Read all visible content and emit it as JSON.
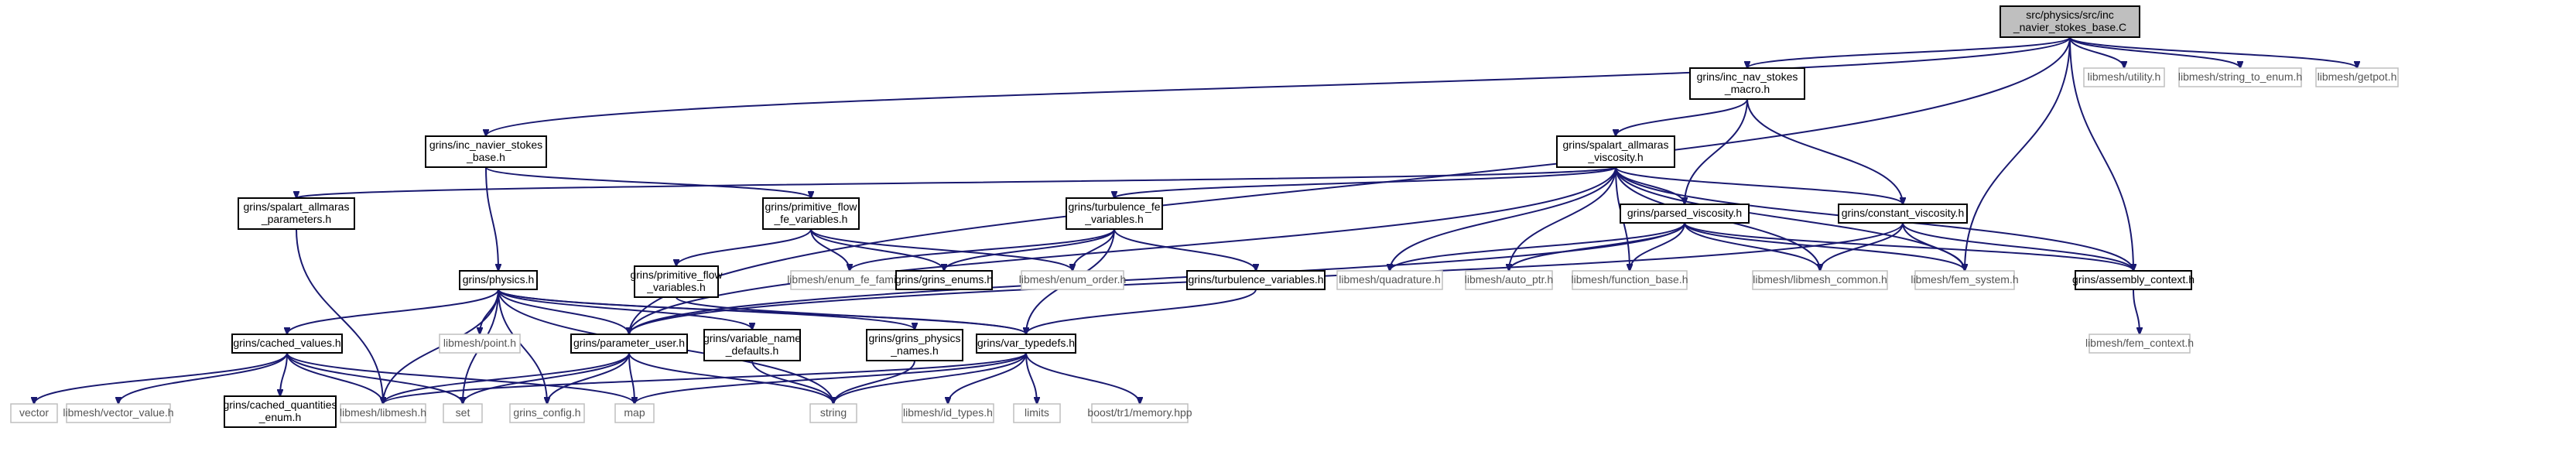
{
  "colors": {
    "edge": "#191970",
    "root_fill": "#bfbfbf",
    "leaf_border": "#bfbfbf",
    "box_border": "#000000"
  },
  "nodes": [
    {
      "id": "root",
      "lines": [
        "src/physics/src/inc",
        "_navier_stokes_base.C"
      ],
      "kind": "root"
    },
    {
      "id": "utility",
      "lines": [
        "libmesh/utility.h"
      ],
      "kind": "leaf"
    },
    {
      "id": "string_to_enum",
      "lines": [
        "libmesh/string_to_enum.h"
      ],
      "kind": "leaf"
    },
    {
      "id": "getpot",
      "lines": [
        "libmesh/getpot.h"
      ],
      "kind": "leaf"
    },
    {
      "id": "inc_nav_macro",
      "lines": [
        "grins/inc_nav_stokes",
        "_macro.h"
      ],
      "kind": "box"
    },
    {
      "id": "inc_ns_base",
      "lines": [
        "grins/inc_navier_stokes",
        "_base.h"
      ],
      "kind": "box"
    },
    {
      "id": "sa_visc",
      "lines": [
        "grins/spalart_allmaras",
        "_viscosity.h"
      ],
      "kind": "box"
    },
    {
      "id": "sa_params",
      "lines": [
        "grins/spalart_allmaras",
        "_parameters.h"
      ],
      "kind": "box"
    },
    {
      "id": "prim_fe",
      "lines": [
        "grins/primitive_flow",
        "_fe_variables.h"
      ],
      "kind": "box"
    },
    {
      "id": "turb_fe",
      "lines": [
        "grins/turbulence_fe",
        "_variables.h"
      ],
      "kind": "box"
    },
    {
      "id": "parsed_visc",
      "lines": [
        "grins/parsed_viscosity.h"
      ],
      "kind": "box"
    },
    {
      "id": "const_visc",
      "lines": [
        "grins/constant_viscosity.h"
      ],
      "kind": "box"
    },
    {
      "id": "physics",
      "lines": [
        "grins/physics.h"
      ],
      "kind": "box"
    },
    {
      "id": "prim_vars",
      "lines": [
        "grins/primitive_flow",
        "_variables.h"
      ],
      "kind": "box"
    },
    {
      "id": "enum_fe_family",
      "lines": [
        "libmesh/enum_fe_family.h"
      ],
      "kind": "leaf"
    },
    {
      "id": "grins_enums",
      "lines": [
        "grins/grins_enums.h"
      ],
      "kind": "box"
    },
    {
      "id": "enum_order",
      "lines": [
        "libmesh/enum_order.h"
      ],
      "kind": "leaf"
    },
    {
      "id": "turb_vars",
      "lines": [
        "grins/turbulence_variables.h"
      ],
      "kind": "box"
    },
    {
      "id": "quadrature",
      "lines": [
        "libmesh/quadrature.h"
      ],
      "kind": "leaf"
    },
    {
      "id": "auto_ptr",
      "lines": [
        "libmesh/auto_ptr.h"
      ],
      "kind": "leaf"
    },
    {
      "id": "function_base",
      "lines": [
        "libmesh/function_base.h"
      ],
      "kind": "leaf"
    },
    {
      "id": "libmesh_common",
      "lines": [
        "libmesh/libmesh_common.h"
      ],
      "kind": "leaf"
    },
    {
      "id": "fem_system",
      "lines": [
        "libmesh/fem_system.h"
      ],
      "kind": "leaf"
    },
    {
      "id": "assembly_ctx",
      "lines": [
        "grins/assembly_context.h"
      ],
      "kind": "box"
    },
    {
      "id": "cached_values",
      "lines": [
        "grins/cached_values.h"
      ],
      "kind": "box"
    },
    {
      "id": "point",
      "lines": [
        "libmesh/point.h"
      ],
      "kind": "leaf"
    },
    {
      "id": "param_user",
      "lines": [
        "grins/parameter_user.h"
      ],
      "kind": "box"
    },
    {
      "id": "var_name_defaults",
      "lines": [
        "grins/variable_name",
        "_defaults.h"
      ],
      "kind": "box"
    },
    {
      "id": "grins_phys_names",
      "lines": [
        "grins/grins_physics",
        "_names.h"
      ],
      "kind": "box"
    },
    {
      "id": "var_typedefs",
      "lines": [
        "grins/var_typedefs.h"
      ],
      "kind": "box"
    },
    {
      "id": "fem_context",
      "lines": [
        "libmesh/fem_context.h"
      ],
      "kind": "leaf"
    },
    {
      "id": "vector",
      "lines": [
        "vector"
      ],
      "kind": "leaf"
    },
    {
      "id": "vector_value",
      "lines": [
        "libmesh/vector_value.h"
      ],
      "kind": "leaf"
    },
    {
      "id": "cached_q_enum",
      "lines": [
        "grins/cached_quantities",
        "_enum.h"
      ],
      "kind": "box"
    },
    {
      "id": "libmesh",
      "lines": [
        "libmesh/libmesh.h"
      ],
      "kind": "leaf"
    },
    {
      "id": "set",
      "lines": [
        "set"
      ],
      "kind": "leaf"
    },
    {
      "id": "grins_config",
      "lines": [
        "grins_config.h"
      ],
      "kind": "leaf"
    },
    {
      "id": "map",
      "lines": [
        "map"
      ],
      "kind": "leaf"
    },
    {
      "id": "string",
      "lines": [
        "string"
      ],
      "kind": "leaf"
    },
    {
      "id": "id_types",
      "lines": [
        "libmesh/id_types.h"
      ],
      "kind": "leaf"
    },
    {
      "id": "limits",
      "lines": [
        "limits"
      ],
      "kind": "leaf"
    },
    {
      "id": "memory",
      "lines": [
        "boost/tr1/memory.hpp"
      ],
      "kind": "leaf"
    }
  ],
  "edges": [
    [
      "root",
      "utility"
    ],
    [
      "root",
      "string_to_enum"
    ],
    [
      "root",
      "getpot"
    ],
    [
      "root",
      "inc_nav_macro"
    ],
    [
      "root",
      "inc_ns_base"
    ],
    [
      "root",
      "param_user"
    ],
    [
      "root",
      "fem_system"
    ],
    [
      "root",
      "assembly_ctx"
    ],
    [
      "inc_nav_macro",
      "sa_visc"
    ],
    [
      "inc_nav_macro",
      "parsed_visc"
    ],
    [
      "inc_nav_macro",
      "const_visc"
    ],
    [
      "inc_ns_base",
      "physics"
    ],
    [
      "inc_ns_base",
      "prim_fe"
    ],
    [
      "sa_visc",
      "sa_params"
    ],
    [
      "sa_visc",
      "turb_fe"
    ],
    [
      "sa_visc",
      "parsed_visc"
    ],
    [
      "sa_visc",
      "const_visc"
    ],
    [
      "sa_visc",
      "quadrature"
    ],
    [
      "sa_visc",
      "auto_ptr"
    ],
    [
      "sa_visc",
      "function_base"
    ],
    [
      "sa_visc",
      "libmesh_common"
    ],
    [
      "sa_visc",
      "fem_system"
    ],
    [
      "sa_visc",
      "assembly_ctx"
    ],
    [
      "sa_visc",
      "param_user"
    ],
    [
      "sa_params",
      "libmesh"
    ],
    [
      "prim_fe",
      "prim_vars"
    ],
    [
      "prim_fe",
      "enum_fe_family"
    ],
    [
      "prim_fe",
      "grins_enums"
    ],
    [
      "prim_fe",
      "enum_order"
    ],
    [
      "turb_fe",
      "turb_vars"
    ],
    [
      "turb_fe",
      "enum_fe_family"
    ],
    [
      "turb_fe",
      "grins_enums"
    ],
    [
      "turb_fe",
      "enum_order"
    ],
    [
      "turb_fe",
      "var_typedefs"
    ],
    [
      "parsed_visc",
      "quadrature"
    ],
    [
      "parsed_visc",
      "auto_ptr"
    ],
    [
      "parsed_visc",
      "function_base"
    ],
    [
      "parsed_visc",
      "libmesh_common"
    ],
    [
      "parsed_visc",
      "fem_system"
    ],
    [
      "parsed_visc",
      "assembly_ctx"
    ],
    [
      "parsed_visc",
      "param_user"
    ],
    [
      "const_visc",
      "libmesh_common"
    ],
    [
      "const_visc",
      "fem_system"
    ],
    [
      "const_visc",
      "assembly_ctx"
    ],
    [
      "const_visc",
      "param_user"
    ],
    [
      "physics",
      "cached_values"
    ],
    [
      "physics",
      "point"
    ],
    [
      "physics",
      "param_user"
    ],
    [
      "physics",
      "var_name_defaults"
    ],
    [
      "physics",
      "grins_phys_names"
    ],
    [
      "physics",
      "var_typedefs"
    ],
    [
      "physics",
      "libmesh"
    ],
    [
      "physics",
      "set"
    ],
    [
      "physics",
      "grins_config"
    ],
    [
      "physics",
      "string"
    ],
    [
      "prim_vars",
      "var_typedefs"
    ],
    [
      "turb_vars",
      "var_typedefs"
    ],
    [
      "assembly_ctx",
      "fem_context"
    ],
    [
      "cached_values",
      "vector"
    ],
    [
      "cached_values",
      "vector_value"
    ],
    [
      "cached_values",
      "cached_q_enum"
    ],
    [
      "cached_values",
      "libmesh"
    ],
    [
      "cached_values",
      "set"
    ],
    [
      "cached_values",
      "map"
    ],
    [
      "param_user",
      "libmesh"
    ],
    [
      "param_user",
      "set"
    ],
    [
      "param_user",
      "grins_config"
    ],
    [
      "param_user",
      "map"
    ],
    [
      "param_user",
      "string"
    ],
    [
      "var_name_defaults",
      "string"
    ],
    [
      "grins_phys_names",
      "string"
    ],
    [
      "var_typedefs",
      "libmesh"
    ],
    [
      "var_typedefs",
      "map"
    ],
    [
      "var_typedefs",
      "string"
    ],
    [
      "var_typedefs",
      "id_types"
    ],
    [
      "var_typedefs",
      "limits"
    ],
    [
      "var_typedefs",
      "memory"
    ]
  ]
}
